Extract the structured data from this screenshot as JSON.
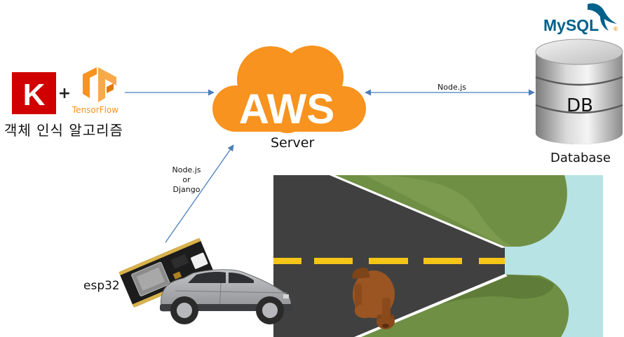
{
  "left": {
    "keras_letter": "K",
    "plus": "+",
    "tensorflow_label": "TensorFlow",
    "caption": "객체 인식 알고리즘"
  },
  "server": {
    "cloud_text": "AWS",
    "caption": "Server"
  },
  "database": {
    "brand": "MySQL",
    "brand_mark": "®",
    "cylinder_text": "DB",
    "caption": "Database"
  },
  "links": {
    "server_db": "Node.js",
    "esp_server_line1": "Node.js",
    "esp_server_line2": "or",
    "esp_server_line3": "Django"
  },
  "device": {
    "caption": "esp32"
  },
  "colors": {
    "keras_red": "#d00000",
    "tensorflow_orange": "#f7931e",
    "aws_orange": "#f7931e",
    "mysql_blue": "#00618a",
    "mysql_orange": "#e48e00",
    "arrow_blue": "#4a7ebb",
    "road": "#404040",
    "grass": "#6f8f44",
    "sky": "#b7e3e4",
    "lane_yellow": "#f5c518",
    "car_gray": "#9ea0a3",
    "bear_brown": "#9a5522",
    "board_black": "#1c1c1c"
  },
  "icons": [
    "keras-logo-icon",
    "tensorflow-logo-icon",
    "aws-cloud-icon",
    "mysql-logo-icon",
    "database-cylinder-icon",
    "esp32-board-icon",
    "car-icon",
    "bear-icon",
    "road-scene-illustration"
  ]
}
